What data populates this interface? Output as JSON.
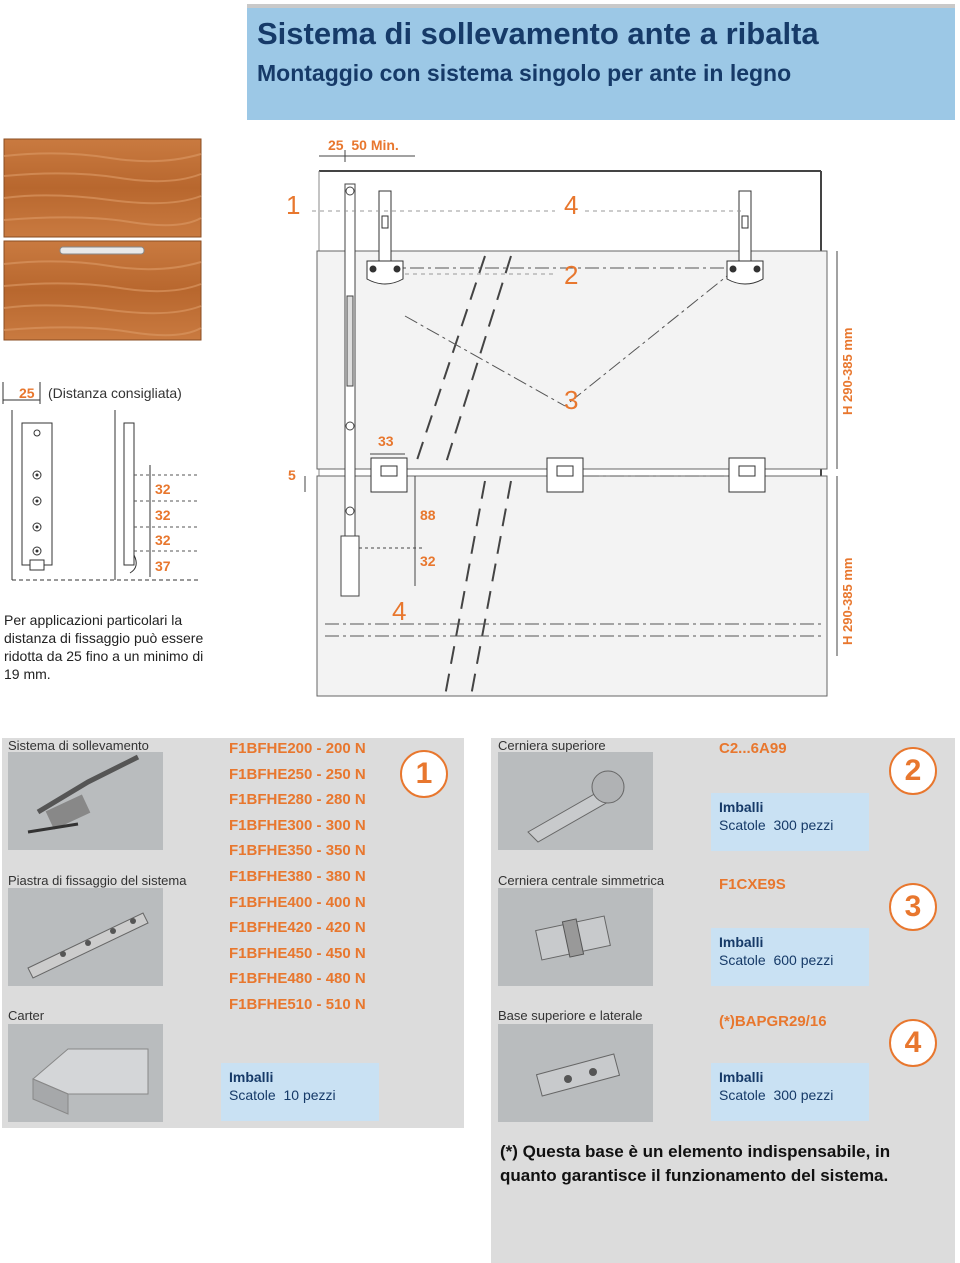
{
  "header": {
    "title": "Sistema di sollevamento ante a ribalta",
    "subtitle": "Montaggio con sistema singolo per ante in legno"
  },
  "drawing": {
    "dim_top": "25  50 Min.",
    "dist_25": "25",
    "dist_label": "(Distanza consigliata)",
    "dims_32": [
      "32",
      "32",
      "32",
      "37"
    ],
    "dim_5": "5",
    "dim_33": "33",
    "dim_88": "88",
    "dim_32b": "32",
    "height_top": "H 290-385 mm",
    "height_bottom": "H 290-385 mm",
    "callout_1": "1",
    "callout_2": "2",
    "callout_3": "3",
    "callout_4a": "4",
    "callout_4b": "4",
    "note": "Per applicazioni particolari la distanza di fissaggio può essere ridotta da 25 fino a un minimo di 19 mm."
  },
  "left_panel": {
    "captions": [
      "Sistema di sollevamento",
      "Piastra di fissaggio del sistema",
      "Carter"
    ],
    "codes": [
      "F1BFHE200 - 200 N",
      "F1BFHE250 - 250 N",
      "F1BFHE280 - 280 N",
      "F1BFHE300 - 300 N",
      "F1BFHE350 - 350 N",
      "F1BFHE380 - 380 N",
      "F1BFHE400 - 400 N",
      "F1BFHE420 - 420 N",
      "F1BFHE450 - 450 N",
      "F1BFHE480 - 480 N",
      "F1BFHE510 - 510 N"
    ],
    "badge": "1",
    "pack_title": "Imballi",
    "pack_text": "Scatole  10 pezzi"
  },
  "right_panel": {
    "items": [
      {
        "caption": "Cerniera superiore",
        "code": "C2...6A99",
        "badge": "2",
        "pack_title": "Imballi",
        "pack_text": "Scatole  300 pezzi"
      },
      {
        "caption": "Cerniera centrale simmetrica",
        "code": "F1CXE9S",
        "badge": "3",
        "pack_title": "Imballi",
        "pack_text": "Scatole  600 pezzi"
      },
      {
        "caption": "Base superiore e laterale",
        "code": "(*)BAPGR29/16",
        "badge": "4",
        "pack_title": "Imballi",
        "pack_text": "Scatole  300 pezzi"
      }
    ],
    "footnote": "(*) Questa base è un elemento indispensabile, in quanto garantisce il funzionamento del sistema."
  },
  "colors": {
    "accent": "#e8772e",
    "title_bg": "#9cc8e6",
    "navy": "#163a68",
    "panel_bg": "#dcdcdc",
    "pack_bg": "#c9e1f3",
    "wood": "#c4733a"
  }
}
